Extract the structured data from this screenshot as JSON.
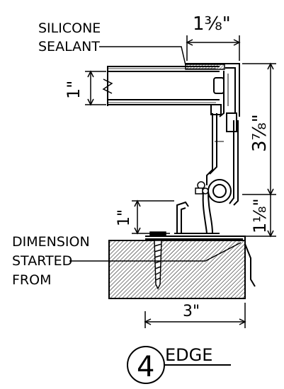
{
  "labels": {
    "sealant_line1": "SILICONE",
    "sealant_line2": "SEALANT",
    "dim_line1": "DIMENSION",
    "dim_line2": "STARTED",
    "dim_line3": "FROM"
  },
  "dimensions": {
    "top_width": "1⅜\"",
    "glass_thickness": "1\"",
    "frame_height": "3⅞\"",
    "lower_height": "1⅛\"",
    "clip_height": "1\"",
    "base_width": "3\""
  },
  "detail": {
    "number": "4",
    "title": "EDGE"
  }
}
